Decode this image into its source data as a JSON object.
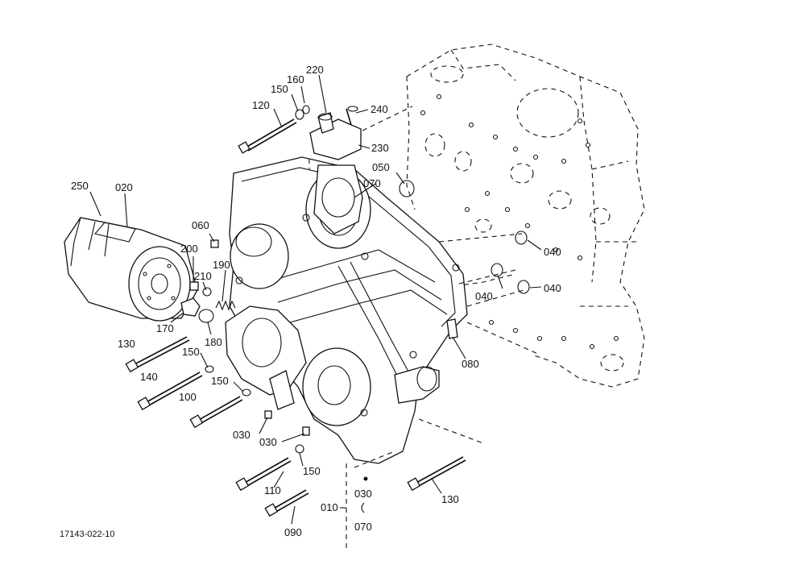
{
  "reference_code": "17143-022-10",
  "part_labels": {
    "p250": "250",
    "p020": "020",
    "p120": "120",
    "p150a": "150",
    "p160": "160",
    "p220": "220",
    "p240": "240",
    "p230": "230",
    "p050": "050",
    "p070a": "070",
    "p060": "060",
    "p200": "200",
    "p190": "190",
    "p210": "210",
    "p170": "170",
    "p180": "180",
    "p130a": "130",
    "p150b": "150",
    "p140": "140",
    "p150c": "150",
    "p100": "100",
    "p040a": "040",
    "p040b": "040",
    "p040c": "040",
    "p080": "080",
    "p030a": "030",
    "p030b": "030",
    "p150d": "150",
    "p110": "110",
    "p030c": "030",
    "p010": "010",
    "p070b": "070",
    "p130b": "130",
    "p090": "090"
  }
}
